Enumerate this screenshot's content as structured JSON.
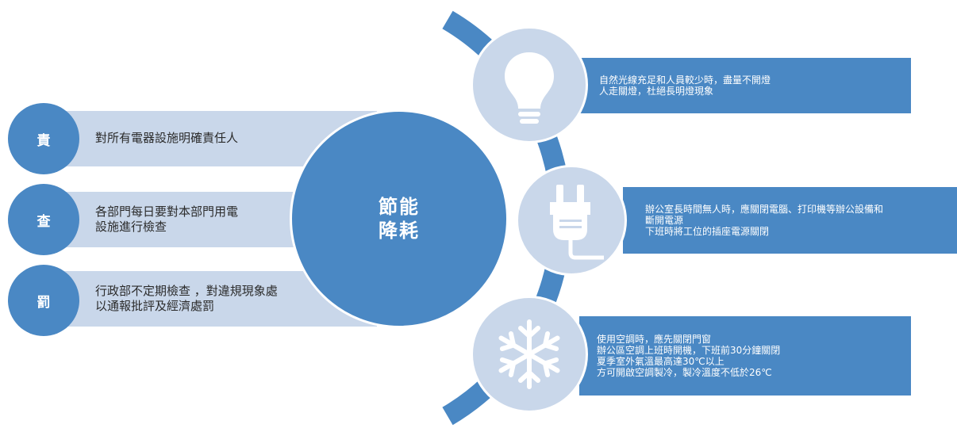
{
  "center": {
    "line1": "節能",
    "line2": "降耗"
  },
  "left_items": [
    {
      "char": "責",
      "text": "對所有電器設施明確責任人"
    },
    {
      "char": "查",
      "text": "各部門每日要對本部門用電\n設施進行檢查"
    },
    {
      "char": "罰",
      "text": "行政部不定期檢查 ，對違規現象處\n以通報批評及經濟處罰"
    }
  ],
  "right_items": [
    {
      "icon": "lightbulb-icon",
      "text": "自然光線充足和人員較少時，盡量不開燈\n人走關燈，杜絕長明燈現象"
    },
    {
      "icon": "plug-icon",
      "text": "辦公室長時間無人時，應關閉電腦、打印機等辦公設備和\n斷開電源\n下班時將工位的插座電源關閉"
    },
    {
      "icon": "snowflake-icon",
      "text": "使用空調時，應先關閉門窗\n辦公區空調上班時開機，下班前30分鐘關閉\n夏季室外氣溫最高達30℃以上\n方可開啟空調製冷，製冷溫度不低於26℃"
    }
  ],
  "colors": {
    "primary": "#4a88c4",
    "light": "#c9d7ea"
  }
}
